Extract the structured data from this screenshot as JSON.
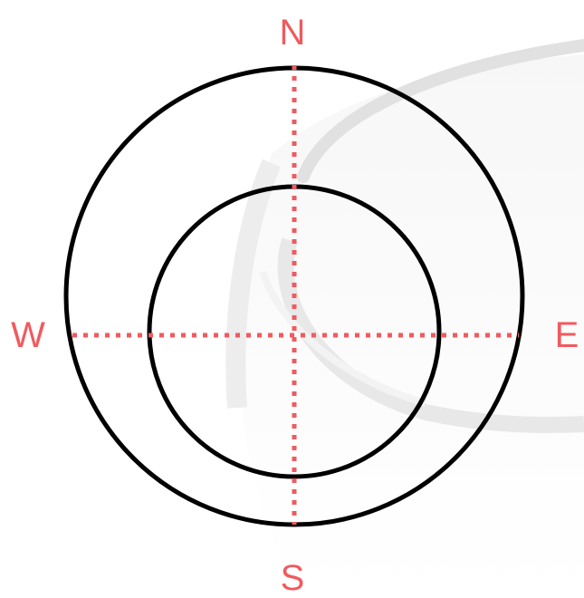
{
  "labels": {
    "north": "N",
    "south": "S",
    "west": "W",
    "east": "E"
  },
  "colors": {
    "accent": "#f05a5f",
    "ring": "#000000",
    "background": "#ffffff",
    "watermark": "#e2e2e2"
  }
}
